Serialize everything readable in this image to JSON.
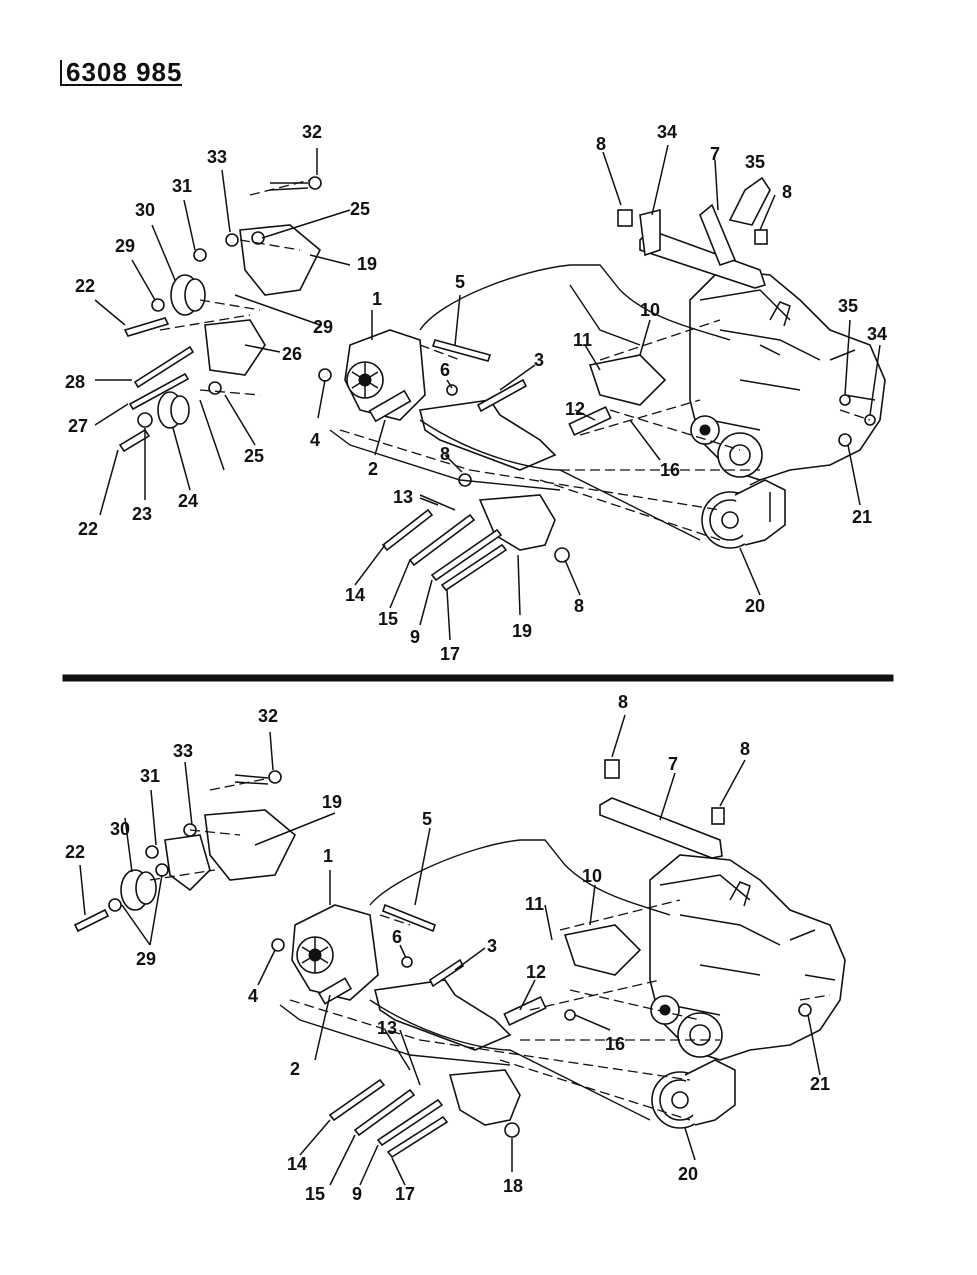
{
  "header": {
    "doc_id": "6308 985"
  },
  "diagrams": [
    {
      "labels": [
        "1",
        "2",
        "3",
        "4",
        "5",
        "6",
        "7",
        "8",
        "8",
        "8",
        "8",
        "9",
        "10",
        "11",
        "12",
        "13",
        "14",
        "15",
        "16",
        "17",
        "19",
        "19",
        "20",
        "21",
        "22",
        "22",
        "23",
        "24",
        "25",
        "25",
        "26",
        "27",
        "28",
        "29",
        "29",
        "30",
        "31",
        "32",
        "33",
        "34",
        "34",
        "35",
        "35"
      ]
    },
    {
      "labels": [
        "1",
        "2",
        "3",
        "4",
        "5",
        "6",
        "7",
        "8",
        "8",
        "9",
        "10",
        "11",
        "12",
        "13",
        "14",
        "15",
        "16",
        "17",
        "18",
        "19",
        "20",
        "21",
        "22",
        "29",
        "30",
        "31",
        "32",
        "33"
      ]
    }
  ]
}
